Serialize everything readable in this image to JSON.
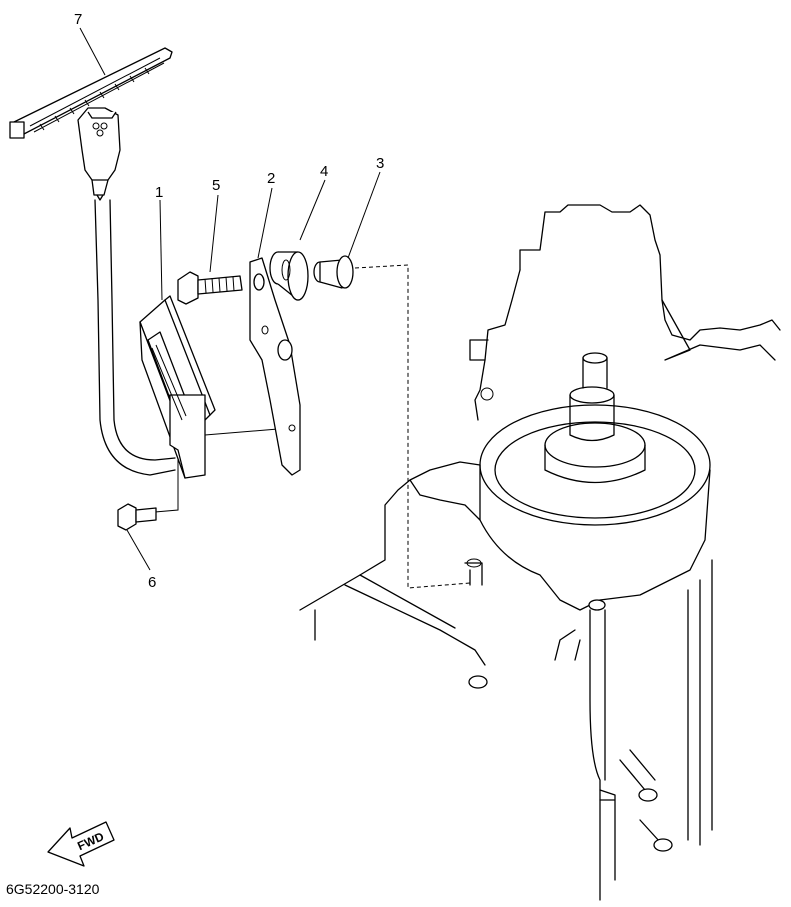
{
  "diagram": {
    "part_labels": [
      "1",
      "2",
      "3",
      "4",
      "5",
      "6",
      "7"
    ],
    "direction_arrow": {
      "text": "FWD",
      "icon": "fwd-arrow-icon"
    },
    "part_code": "6G52200-3120"
  }
}
